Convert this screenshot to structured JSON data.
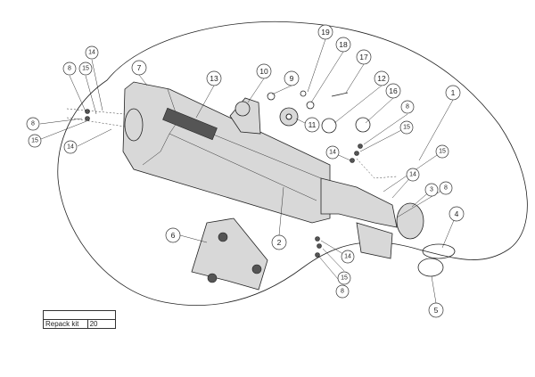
{
  "diagram": {
    "callouts": [
      "19",
      "18",
      "17",
      "12",
      "16",
      "1",
      "9",
      "10",
      "7",
      "13",
      "11",
      "8",
      "15",
      "14",
      "15",
      "14",
      "8",
      "3",
      "4",
      "5",
      "6",
      "2",
      "14",
      "15",
      "8",
      "14",
      "8",
      "15",
      "8",
      "15",
      "14"
    ]
  },
  "kit_table": {
    "header": "",
    "rows": [
      {
        "label": "Repack kit",
        "value": "20"
      }
    ]
  }
}
